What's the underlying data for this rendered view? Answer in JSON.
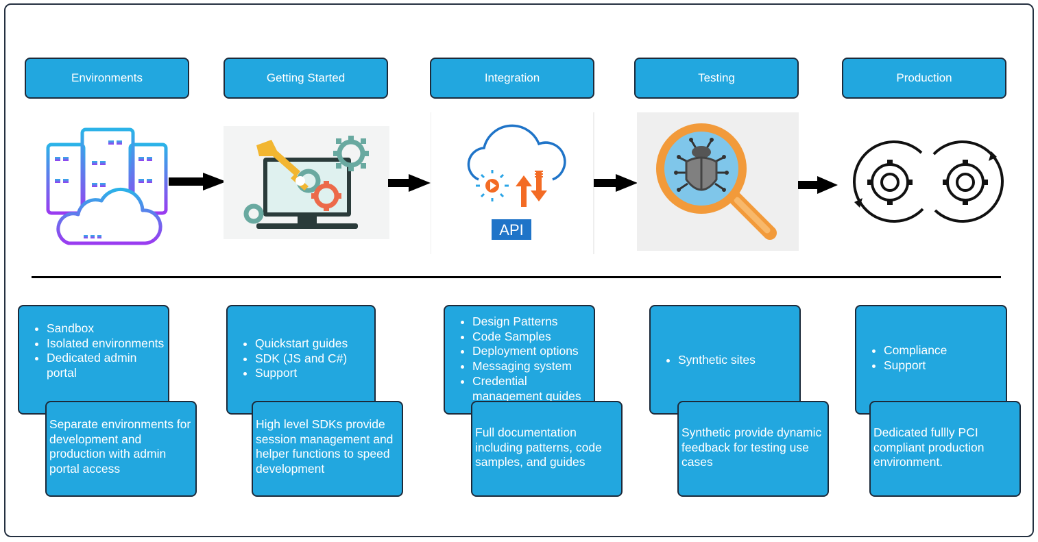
{
  "stages": [
    {
      "title": "Environments",
      "items": [
        "Sandbox",
        "Isolated environments",
        "Dedicated admin portal"
      ],
      "description": "Separate environments for development and production with admin portal access",
      "icon": "server-cloud-icon"
    },
    {
      "title": "Getting Started",
      "items": [
        "Quickstart guides",
        "SDK (JS and C#)",
        "Support"
      ],
      "description": "High level SDKs provide session management and helper functions to speed development",
      "icon": "monitor-wrench-gears-icon"
    },
    {
      "title": "Integration",
      "items": [
        "Design Patterns",
        "Code Samples",
        "Deployment options",
        "Messaging system",
        "Credential management guides"
      ],
      "description": "Full documentation including patterns, code samples, and guides",
      "icon": "cloud-api-icon",
      "icon_label": "API"
    },
    {
      "title": "Testing",
      "items": [
        "Synthetic sites"
      ],
      "description": "Synthetic provide dynamic feedback for testing use cases",
      "icon": "magnifier-bug-icon"
    },
    {
      "title": "Production",
      "items": [
        "Compliance",
        "Support"
      ],
      "description": "Dedicated fullly PCI compliant production environment.",
      "icon": "cycling-gears-icon"
    }
  ],
  "colors": {
    "box": "#22a7df",
    "border": "#1c2a3a",
    "text": "#ffffff",
    "arrow": "#000000"
  }
}
